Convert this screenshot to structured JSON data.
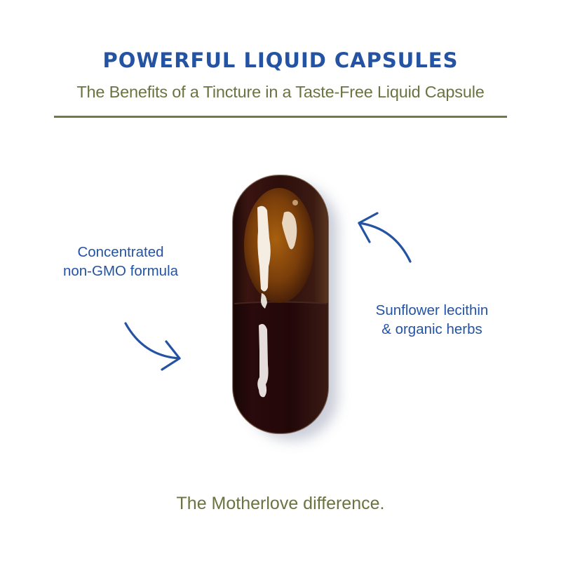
{
  "header": {
    "title": "POWERFUL LIQUID CAPSULES",
    "subtitle": "The Benefits of a Tincture in a Taste-Free Liquid Capsule"
  },
  "callouts": [
    {
      "line1": "Concentrated",
      "line2": "non-GMO formula",
      "arrow": "curved-arrow-right-down-icon"
    },
    {
      "line1": "Sunflower lecithin",
      "line2": "& organic herbs",
      "arrow": "curved-arrow-left-up-icon"
    }
  ],
  "product_image": {
    "subject": "liquid-capsule",
    "colors": {
      "shell_dark": "#2a0c0a",
      "amber": "#8a4a0c",
      "highlight": "#ffffff",
      "shadow": "#c9ccd8"
    }
  },
  "footer": {
    "tagline": "The Motherlove difference."
  },
  "colors": {
    "title_blue": "#2453a3",
    "olive_green": "#6b7340",
    "divider": "#717a45",
    "background": "#ffffff"
  }
}
